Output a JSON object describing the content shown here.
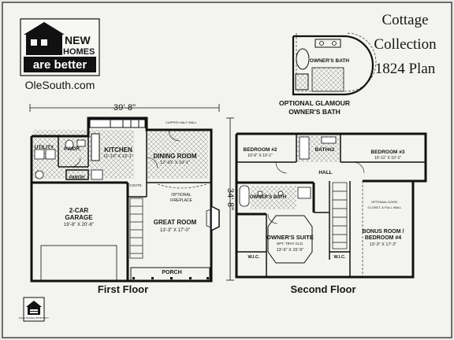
{
  "logo": {
    "line1": "NEW",
    "line2": "HOMES",
    "line3": "are better",
    "website": "OleSouth.com"
  },
  "collection": {
    "line1": "Cottage",
    "line2": "Collection",
    "line3": "1824 Plan"
  },
  "glamour": {
    "room": "OWNER'S BATH",
    "caption_line1": "OPTIONAL GLAMOUR",
    "caption_line2": "OWNER'S BATH"
  },
  "first_floor": {
    "title": "First Floor",
    "width_dim": "39'-8\"",
    "depth_dim": "34'-8\"",
    "rooms": {
      "utility": "UTILITY",
      "pwdr": "PWDR.",
      "pantry": "PANTRY",
      "kitchen_name": "KITCHEN",
      "kitchen_size": "11'-10\" X 13'-1\"",
      "dining_name": "DINING ROOM",
      "dining_size": "12'-10\" X 10'-1\"",
      "garage_name1": "2-CAR",
      "garage_name2": "GARAGE",
      "garage_size": "19'-8\" X 20'-8\"",
      "great_name": "GREAT ROOM",
      "great_size": "13'-3\" X 17'-0\"",
      "fireplace_line1": "OPTIONAL",
      "fireplace_line2": "FIREPLACE",
      "porch": "PORCH",
      "coats": "COATS",
      "half_wall": "CAPPED HALF WALL"
    }
  },
  "second_floor": {
    "title": "Second Floor",
    "rooms": {
      "bed2_name": "BEDROOM #2",
      "bed2_size": "10'-6\" X 10'-1\"",
      "bath2": "BATH#2",
      "bed3_name": "BEDROOM #3",
      "bed3_size": "10'-11\" X 10'-1\"",
      "hall": "HALL",
      "owners_bath": "OWNER'S BATH",
      "suite_name": "OWNER'S SUITE",
      "suite_note": "OPT. TRAY CLG.",
      "suite_size": "13'-6\" X 15'-5\"",
      "bonus_name1": "BONUS ROOM /",
      "bonus_name2": "BEDROOM #4",
      "bonus_size": "13'-3\" X 17'-2\"",
      "wic_left": "W.I.C.",
      "wic_right": "W.I.C.",
      "optional_door1": "OPTIONAL DOOR,",
      "optional_door2": "CLOSET, & FULL WALL"
    }
  },
  "equal_housing": "EQUAL HOUSING OPPORTUNITY",
  "colors": {
    "ink": "#161616",
    "paper": "#f4f4f1",
    "background": "#e9e9e6"
  }
}
